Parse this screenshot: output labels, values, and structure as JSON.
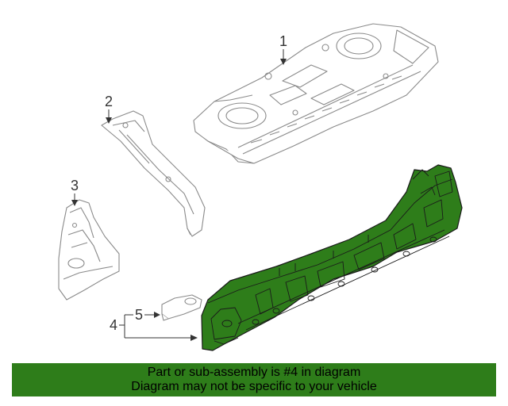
{
  "diagram": {
    "callouts": {
      "part1": "1",
      "part2": "2",
      "part3": "3",
      "part4": "4",
      "part5": "5"
    },
    "highlight_color": "#2e7d1a",
    "line_color": "#8a8a8a"
  },
  "banner": {
    "line1": "Part or sub-assembly is #4 in diagram",
    "line2": "Diagram may not be specific to your vehicle",
    "background": "#2e7d1a"
  }
}
